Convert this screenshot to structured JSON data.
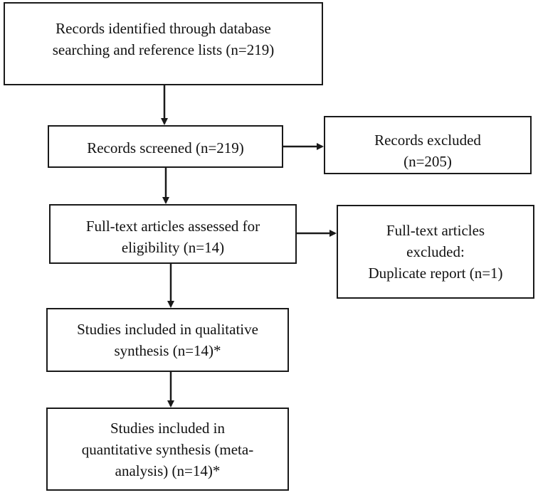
{
  "boxes": {
    "identified": [
      "Records identified through database",
      "searching and reference lists (n=219)"
    ],
    "screened": [
      "Records screened (n=219)"
    ],
    "excluded": [
      "Records excluded",
      "(n=205)"
    ],
    "fulltext": [
      "Full-text articles assessed for",
      "eligibility (n=14)"
    ],
    "fulltext_excluded": [
      "Full-text articles",
      "excluded:",
      "Duplicate report (n=1)"
    ],
    "qualitative": [
      "Studies included in qualitative",
      "synthesis (n=14)*"
    ],
    "quantitative": [
      "Studies included in",
      "quantitative synthesis (meta-",
      "analysis) (n=14)*"
    ]
  },
  "colors": {
    "line": "#1a1a1a",
    "text": "#111111",
    "background": "#ffffff"
  }
}
